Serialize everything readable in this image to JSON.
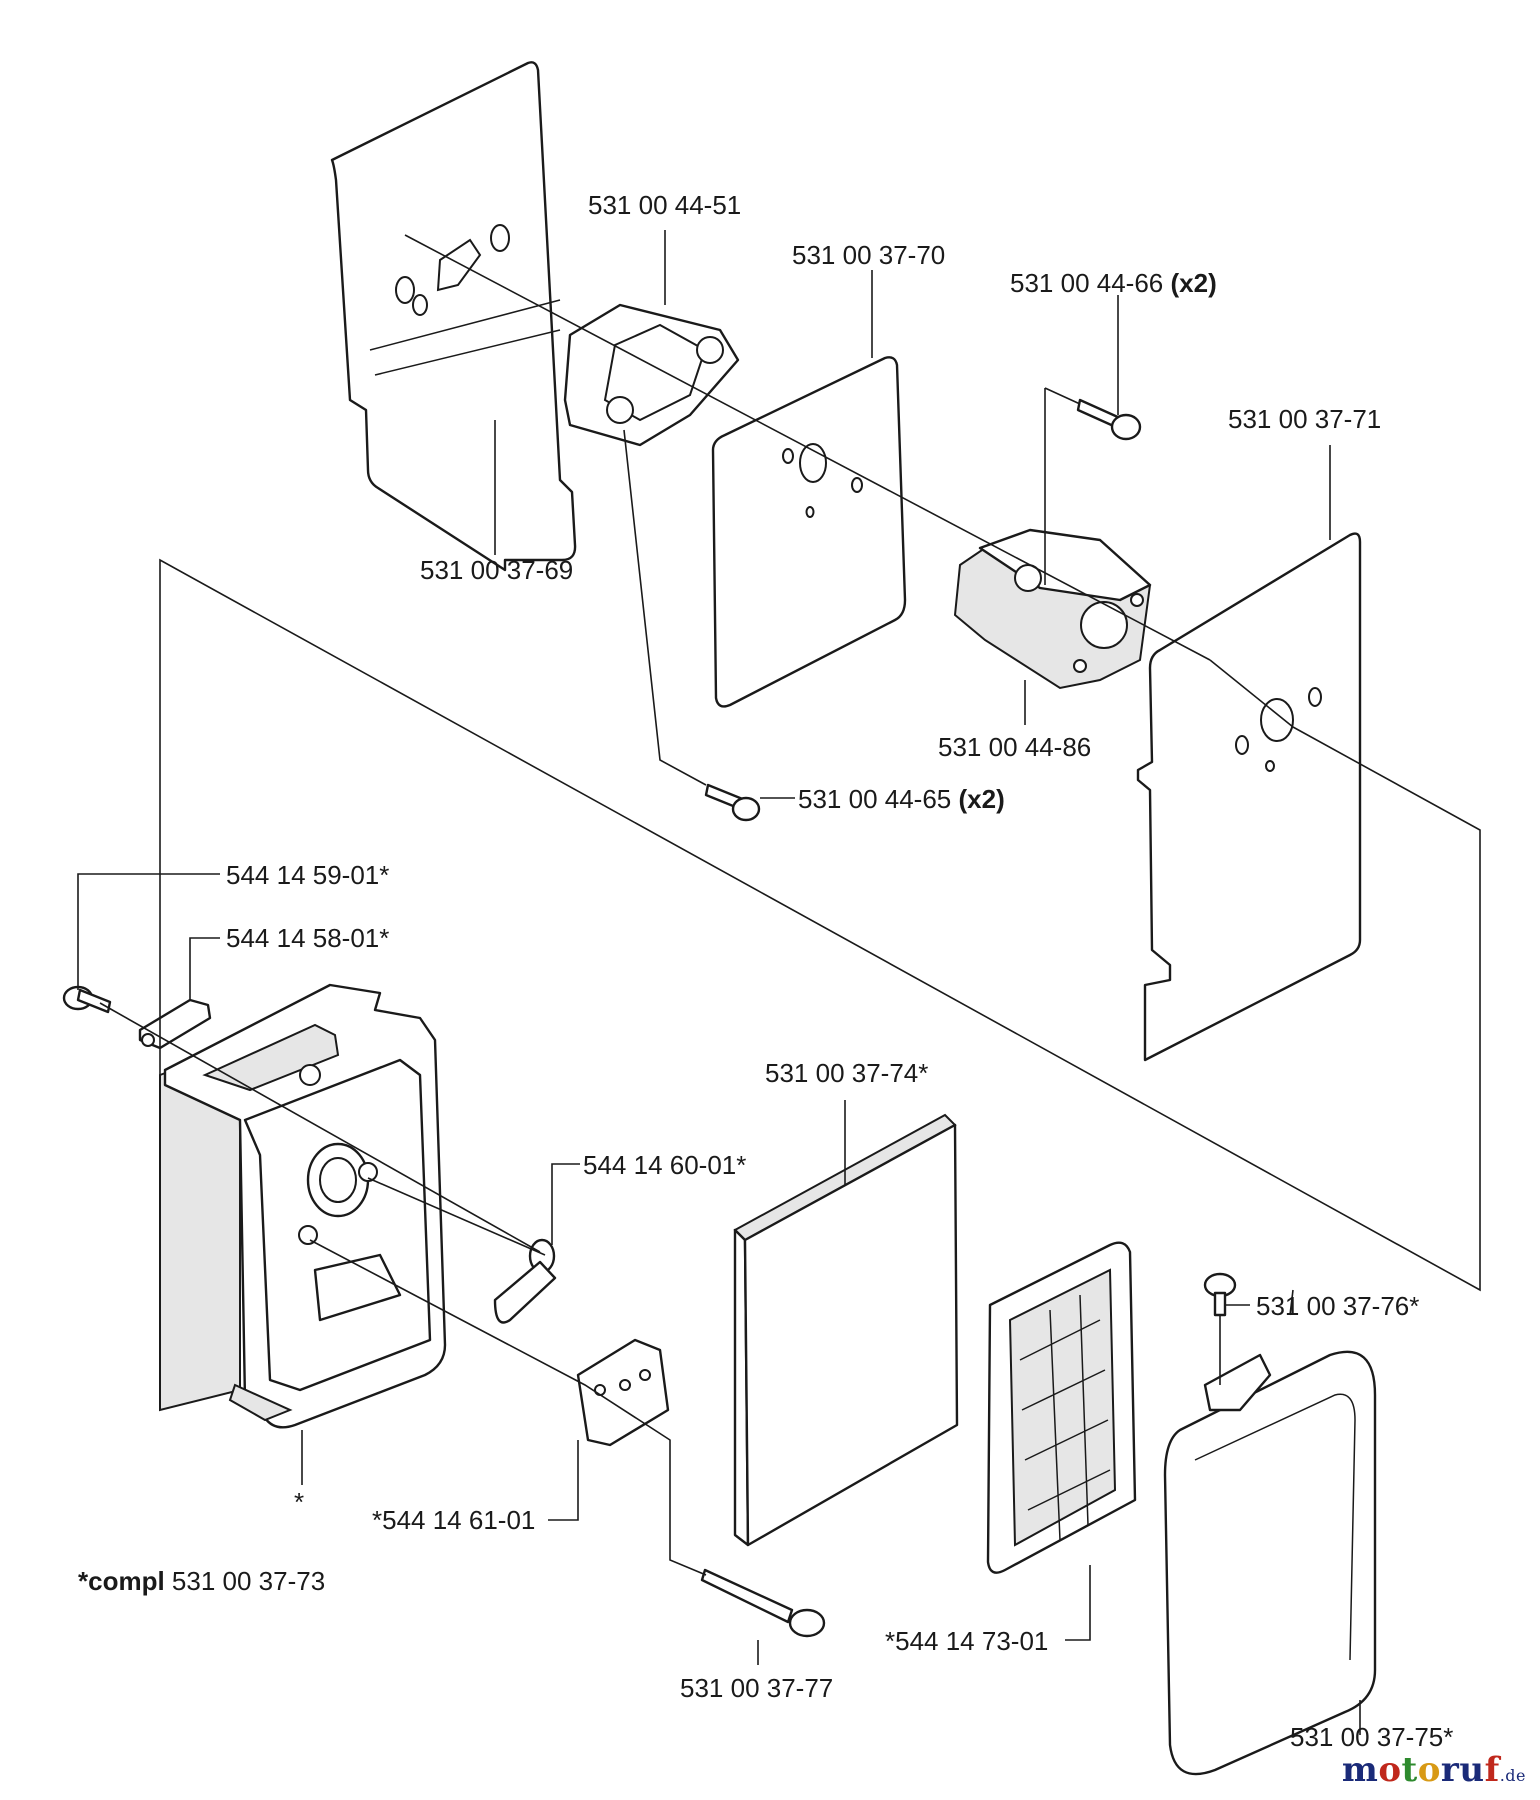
{
  "labels": {
    "p_531003769": "531 00 37-69",
    "p_531004451": "531 00 44-51",
    "p_531003770": "531 00 37-70",
    "p_531004466": "531 00 44-66",
    "p_531004466_qty": "(x2)",
    "p_531003771": "531 00 37-71",
    "p_531004486": "531 00 44-86",
    "p_531004465": "531 00 44-65",
    "p_531004465_qty": "(x2)",
    "p_544145901": "544 14 59-01*",
    "p_544145801": "544 14 58-01*",
    "p_531003774": "531 00 37-74*",
    "p_544146001": "544 14 60-01*",
    "p_531003776": "531 00 37-76*",
    "p_asterisk": "*",
    "p_544146101": "*544 14 61-01",
    "p_compl_prefix": "*compl",
    "p_compl_number": "531 00 37-73",
    "p_531003777": "531 00 37-77",
    "p_544147301": "*544 14 73-01",
    "p_531003775": "531 00 37-75*"
  },
  "watermark": {
    "brand": "motoruf",
    "tld": ".de",
    "colors": [
      "#1a2a78",
      "#c0281c",
      "#2e8a2e",
      "#d89a16",
      "#1a2a78",
      "#1a2a78",
      "#c0281c"
    ]
  }
}
